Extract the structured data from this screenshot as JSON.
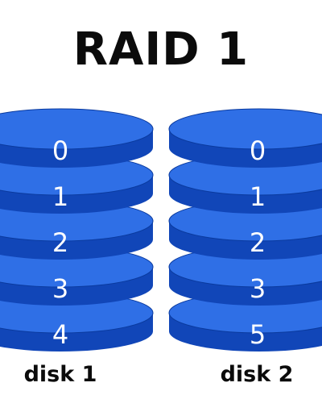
{
  "title": "RAID 1",
  "colors": {
    "platter_top": "#2f6fe6",
    "platter_side": "#1146b8",
    "platter_edge": "#0a3a9e",
    "numbers": "#ffffff",
    "text": "#0b0b0b"
  },
  "disks": [
    {
      "label": "disk 1",
      "blocks": [
        "0",
        "1",
        "2",
        "3",
        "4"
      ]
    },
    {
      "label": "disk 2",
      "blocks": [
        "0",
        "1",
        "2",
        "3",
        "5"
      ]
    }
  ]
}
